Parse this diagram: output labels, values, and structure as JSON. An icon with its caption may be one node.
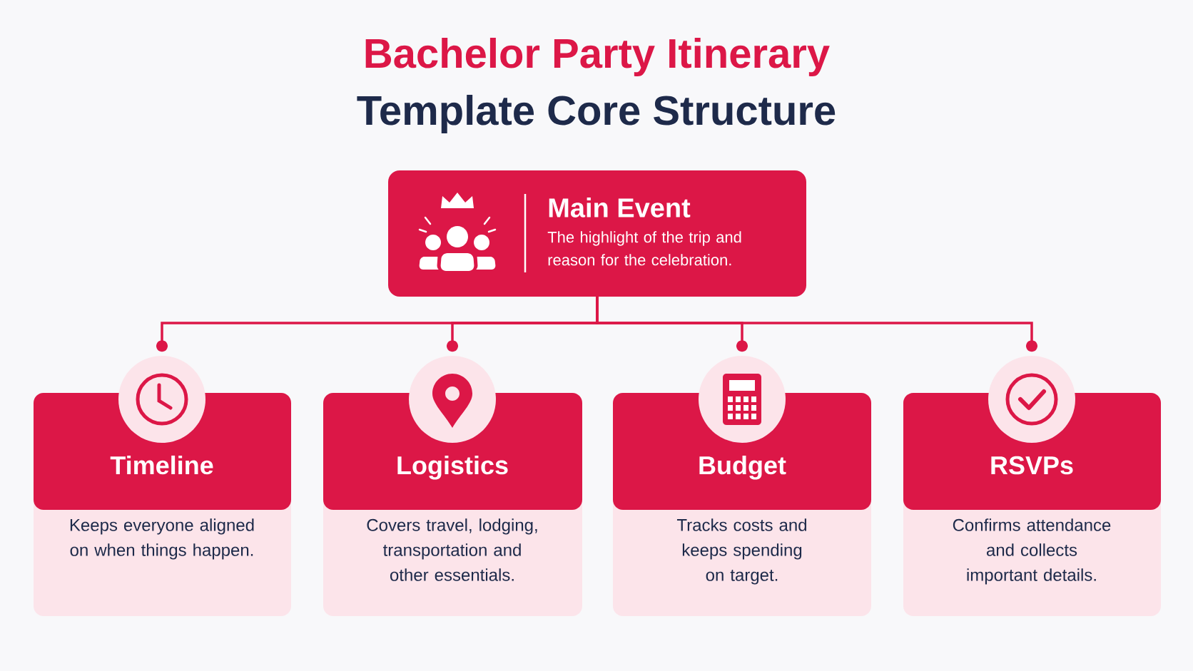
{
  "diagram": {
    "title": "Bachelor Party Itinerary",
    "labels": [
      "Template Core Structure"
    ],
    "nodes": [
      {
        "text": [
          "Main Event",
          "The highlight of the trip and reason for the celebration."
        ]
      },
      {
        "text": [
          "Timeline",
          "Keeps everyone aligned on when things happen."
        ]
      },
      {
        "text": [
          "Logistics",
          "Covers travel, lodging, transportation and other essentials."
        ]
      },
      {
        "text": [
          "Budget",
          "Tracks costs and keeps spending on target."
        ]
      },
      {
        "text": [
          "RSVPs",
          "Confirms attendance and collects important details."
        ]
      }
    ],
    "edges": [
      {
        "from": 0,
        "to": 1,
        "arrow": "other"
      },
      {
        "from": 0,
        "to": 2,
        "arrow": "other"
      },
      {
        "from": 0,
        "to": 3,
        "arrow": "other"
      },
      {
        "from": 0,
        "to": 4,
        "arrow": "other"
      }
    ]
  }
}
